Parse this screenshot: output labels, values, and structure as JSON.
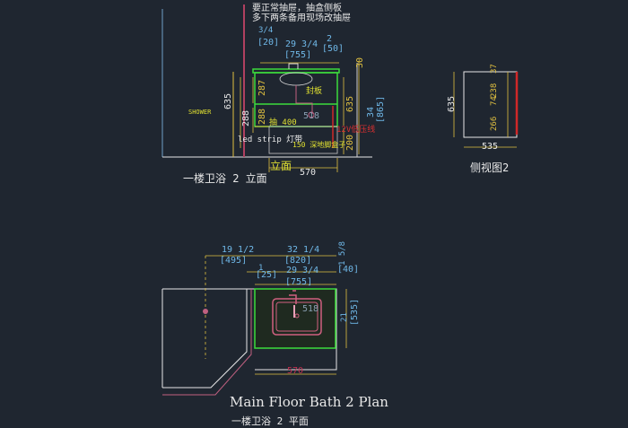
{
  "elevation": {
    "title_cn": "一楼卫浴 2 立面",
    "subtitle_cn": "立面",
    "note_line1": "要正常抽屉，抽盒侧板",
    "note_line2": "多下两条备用现场改抽屉",
    "shower_label": "SHOWER",
    "panel_label": "封板",
    "drawer_label": "抽 400",
    "led_label": "led strip 灯带",
    "wire_label": "12V低压线",
    "toe_label": "150 深地脚盒子",
    "dim_top_frac": "3/4",
    "dim_top_20": "[20]",
    "dim_top_29": "29 3/4",
    "dim_top_755": "[755]",
    "dim_top_2": "2",
    "dim_top_50": "[50]",
    "dim_635": "635",
    "dim_287": "287",
    "dim_288a": "288",
    "dim_288b": "288",
    "dim_518": "518",
    "dim_30": "30",
    "dim_635r": "635",
    "dim_34": "34",
    "dim_865": "[865]",
    "dim_200": "200",
    "dim_570": "570"
  },
  "side_view": {
    "title_cn": "侧视图2",
    "dim_635": "635",
    "dim_37": "37",
    "dim_238": "238",
    "dim_74": "74",
    "dim_266": "266",
    "dim_535": "535"
  },
  "plan": {
    "title_en": "Main Floor Bath 2 Plan",
    "title_cn": "一楼卫浴 2 平面",
    "dim_19": "19 1/2",
    "dim_495": "[495]",
    "dim_32": "32 1/4",
    "dim_820": "[820]",
    "dim_1": "1",
    "dim_25": "[25]",
    "dim_29": "29 3/4",
    "dim_755": "[755]",
    "dim_1_58": "1 5/8",
    "dim_40": "[40]",
    "dim_518": "518",
    "dim_21": "21",
    "dim_535": "[535]",
    "dim_570": "570"
  }
}
